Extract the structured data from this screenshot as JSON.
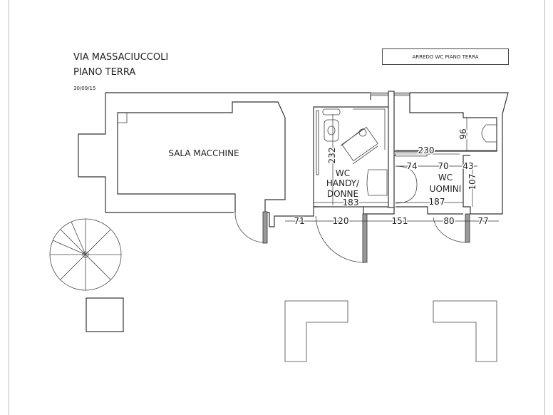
{
  "header": {
    "street": "VIA MASSACIUCCOLI",
    "floor": "PIANO TERRA",
    "date": "30/09/15",
    "sheet_title": "ARREDO WC PIANO TERRA"
  },
  "rooms": {
    "machine_room": "SALA MACCHINE",
    "wc_handy": [
      "WC",
      "HANDY/",
      "DONNE"
    ],
    "wc_men": [
      "WC",
      "UOMINI"
    ]
  },
  "dimensions": {
    "handy_depth": "232",
    "handy_width": "183",
    "men_total_width": "230",
    "toilet_depth": "96",
    "men_seg1": "74",
    "men_seg2": "70",
    "men_seg3": "43",
    "men_depth": "107",
    "men_width": "187",
    "corr_1": "71",
    "corr_2": "120",
    "corr_3": "151",
    "corr_4": "80",
    "corr_5": "77"
  }
}
